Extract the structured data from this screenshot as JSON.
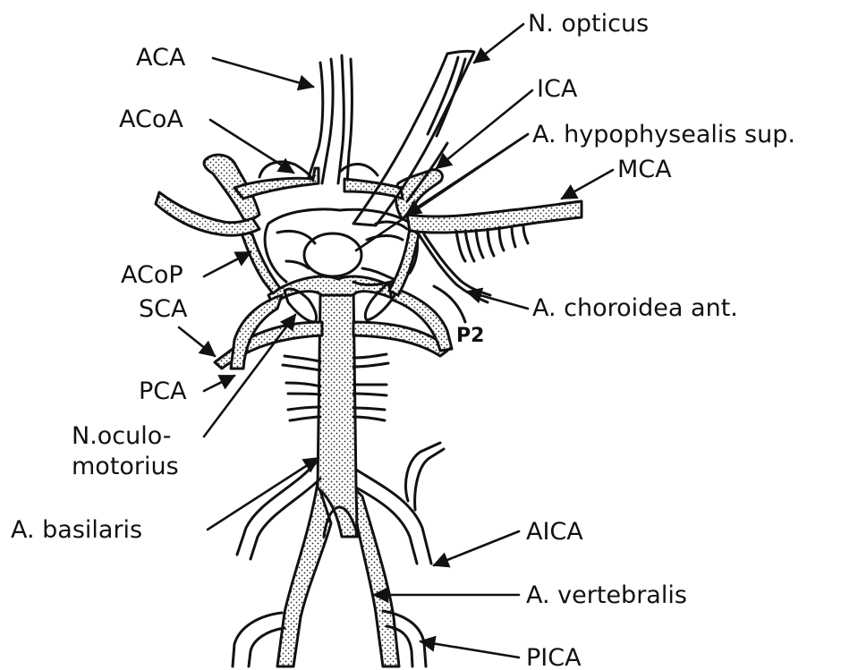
{
  "labels": {
    "aca": "ACA",
    "acoa": "ACoA",
    "acop": "ACoP",
    "sca": "SCA",
    "pca": "PCA",
    "oculomotorius_1": "N.oculo-",
    "oculomotorius_2": "motorius",
    "basilaris": "A. basilaris",
    "opticus": "N. opticus",
    "ica": "ICA",
    "hypophysealis": "A. hypophysealis sup.",
    "mca": "MCA",
    "choroidea": "A. choroidea ant.",
    "p2": "P2",
    "aica": "AICA",
    "vertebralis": "A. vertebralis",
    "pica": "PICA"
  },
  "colors": {
    "ink": "#111111",
    "stipple": "#111111",
    "background": "#ffffff"
  }
}
